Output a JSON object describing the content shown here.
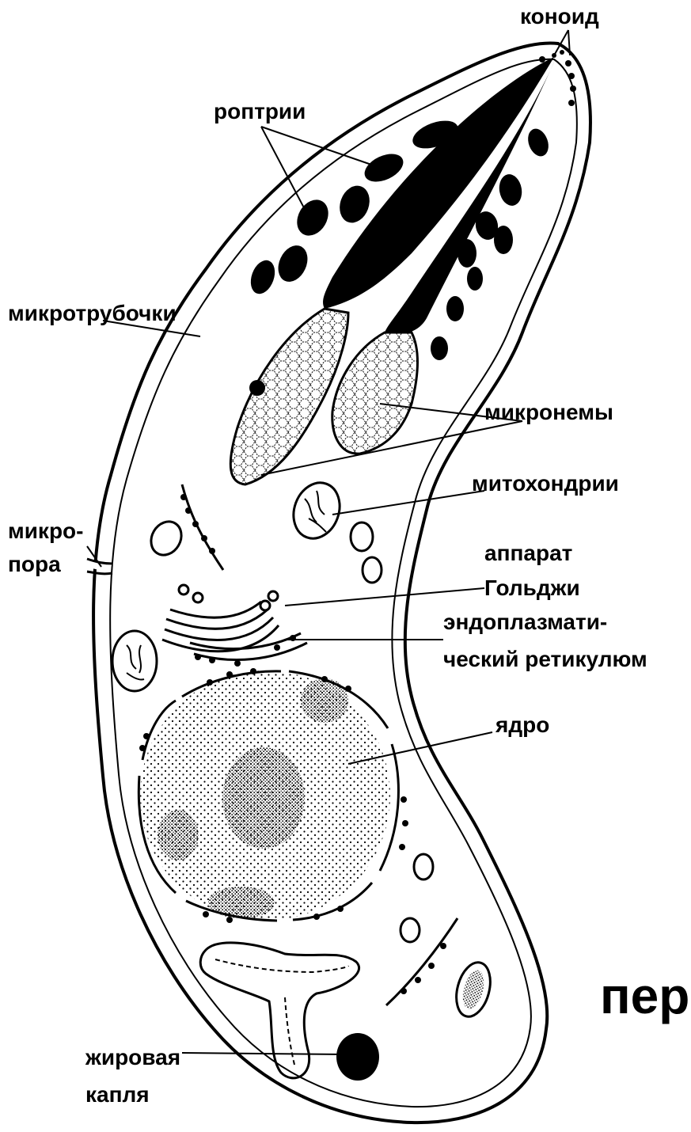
{
  "labels": {
    "conoid": "коноид",
    "rhoptries": "роптрии",
    "microtubules": "микротрубочки",
    "micronemes": "микронемы",
    "mitochondria": "митохондрии",
    "micropore_line1": "микро-",
    "micropore_line2": "пора",
    "golgi_line1": "аппарат",
    "golgi_line2": "Гольджи",
    "er_line1": "эндоплазмати-",
    "er_line2": "ческий ретикулюм",
    "nucleus": "ядро",
    "lipid_line1": "жировая",
    "lipid_line2": "капля",
    "cropped_word": "пер"
  },
  "colors": {
    "ink": "#000000",
    "paper": "#ffffff"
  }
}
